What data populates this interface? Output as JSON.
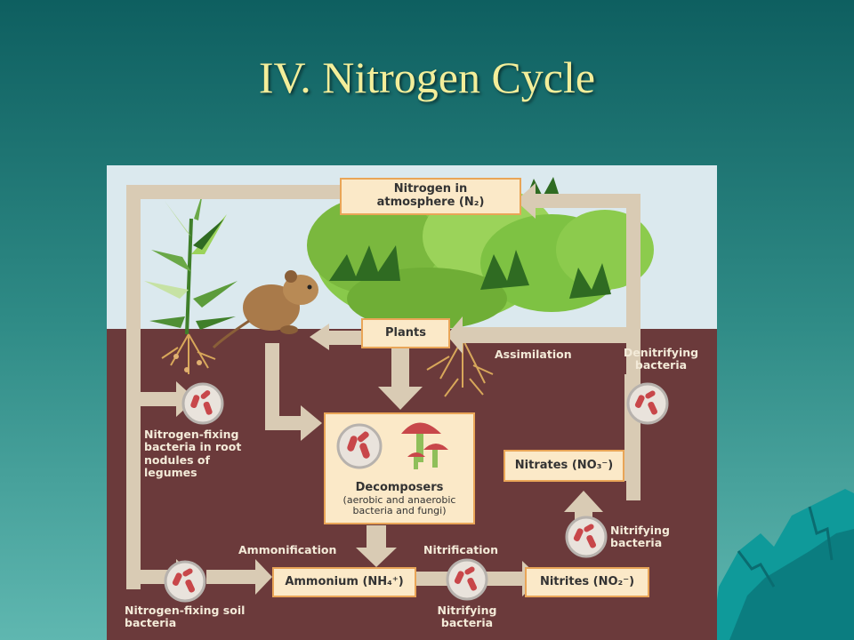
{
  "slide": {
    "title": "IV. Nitrogen Cycle"
  },
  "diagram": {
    "boxes": {
      "atmosphere": "Nitrogen in atmosphere (N₂)",
      "plants": "Plants",
      "decomposers_title": "Decomposers",
      "decomposers_sub": "(aerobic and anaerobic bacteria and fungi)",
      "ammonium": "Ammonium (NH₄⁺)",
      "nitrites": "Nitrites (NO₂⁻)",
      "nitrates": "Nitrates (NO₃⁻)"
    },
    "labels": {
      "assimilation": "Assimilation",
      "denitrifying": "Denitrifying bacteria",
      "nitrogen_fixing_root": "Nitrogen-fixing bacteria in root nodules of legumes",
      "ammonification": "Ammonification",
      "nitrification": "Nitrification",
      "nitrifying_upper": "Nitrifying bacteria",
      "nitrifying_lower": "Nitrifying bacteria",
      "nitrogen_fixing_soil": "Nitrogen-fixing soil bacteria"
    }
  },
  "colors": {
    "background_top": "#0e5f60",
    "background_bottom": "#5fb7b0",
    "title": "#f3ee9a",
    "sky": "#dbe9ee",
    "soil": "#6b3a3b",
    "arrow": "#d9cbb4",
    "box_fill": "#fbe9c8",
    "box_border": "#e9a557",
    "bacteria": "#c8474a",
    "foliage": "#7ec243"
  }
}
